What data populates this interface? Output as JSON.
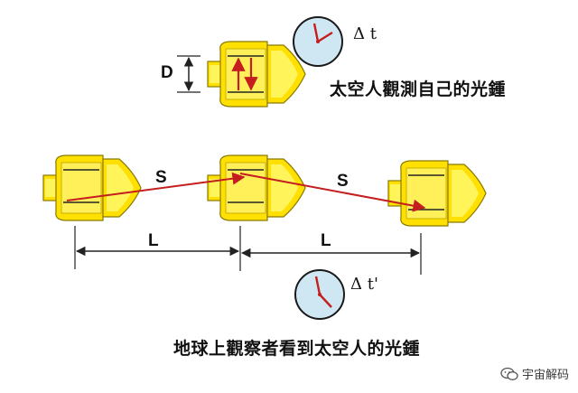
{
  "labels": {
    "D": "D",
    "delta_t": "Δ t",
    "delta_t_prime": "Δ t'",
    "astronaut_caption": "太空人觀測自己的光鍾",
    "S_first": "S",
    "S_second": "S",
    "L_first": "L",
    "L_second": "L",
    "earth_caption": "地球上觀察者看到太空人的光鍾"
  },
  "watermark": {
    "text": "宇宙解码",
    "icon": "wechat-icon"
  },
  "colors": {
    "rocket_fill": "#ffe000",
    "rocket_outline": "#8a7a00",
    "light_ray": "#c41e1e",
    "clock_face": "#cfe7f2",
    "clock_hand": "#c41e1e",
    "line": "#222222"
  }
}
